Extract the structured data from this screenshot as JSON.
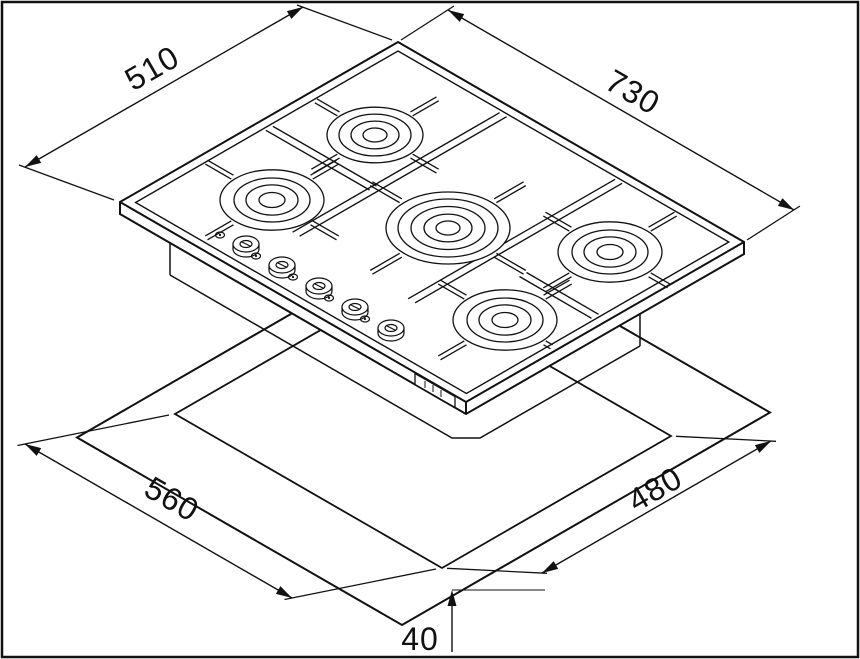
{
  "diagram": {
    "dimensions": {
      "hob_depth_mm": "510",
      "hob_width_mm": "730",
      "cutout_width_mm": "560",
      "cutout_depth_mm": "480",
      "edge_distance_mm": "40"
    }
  }
}
